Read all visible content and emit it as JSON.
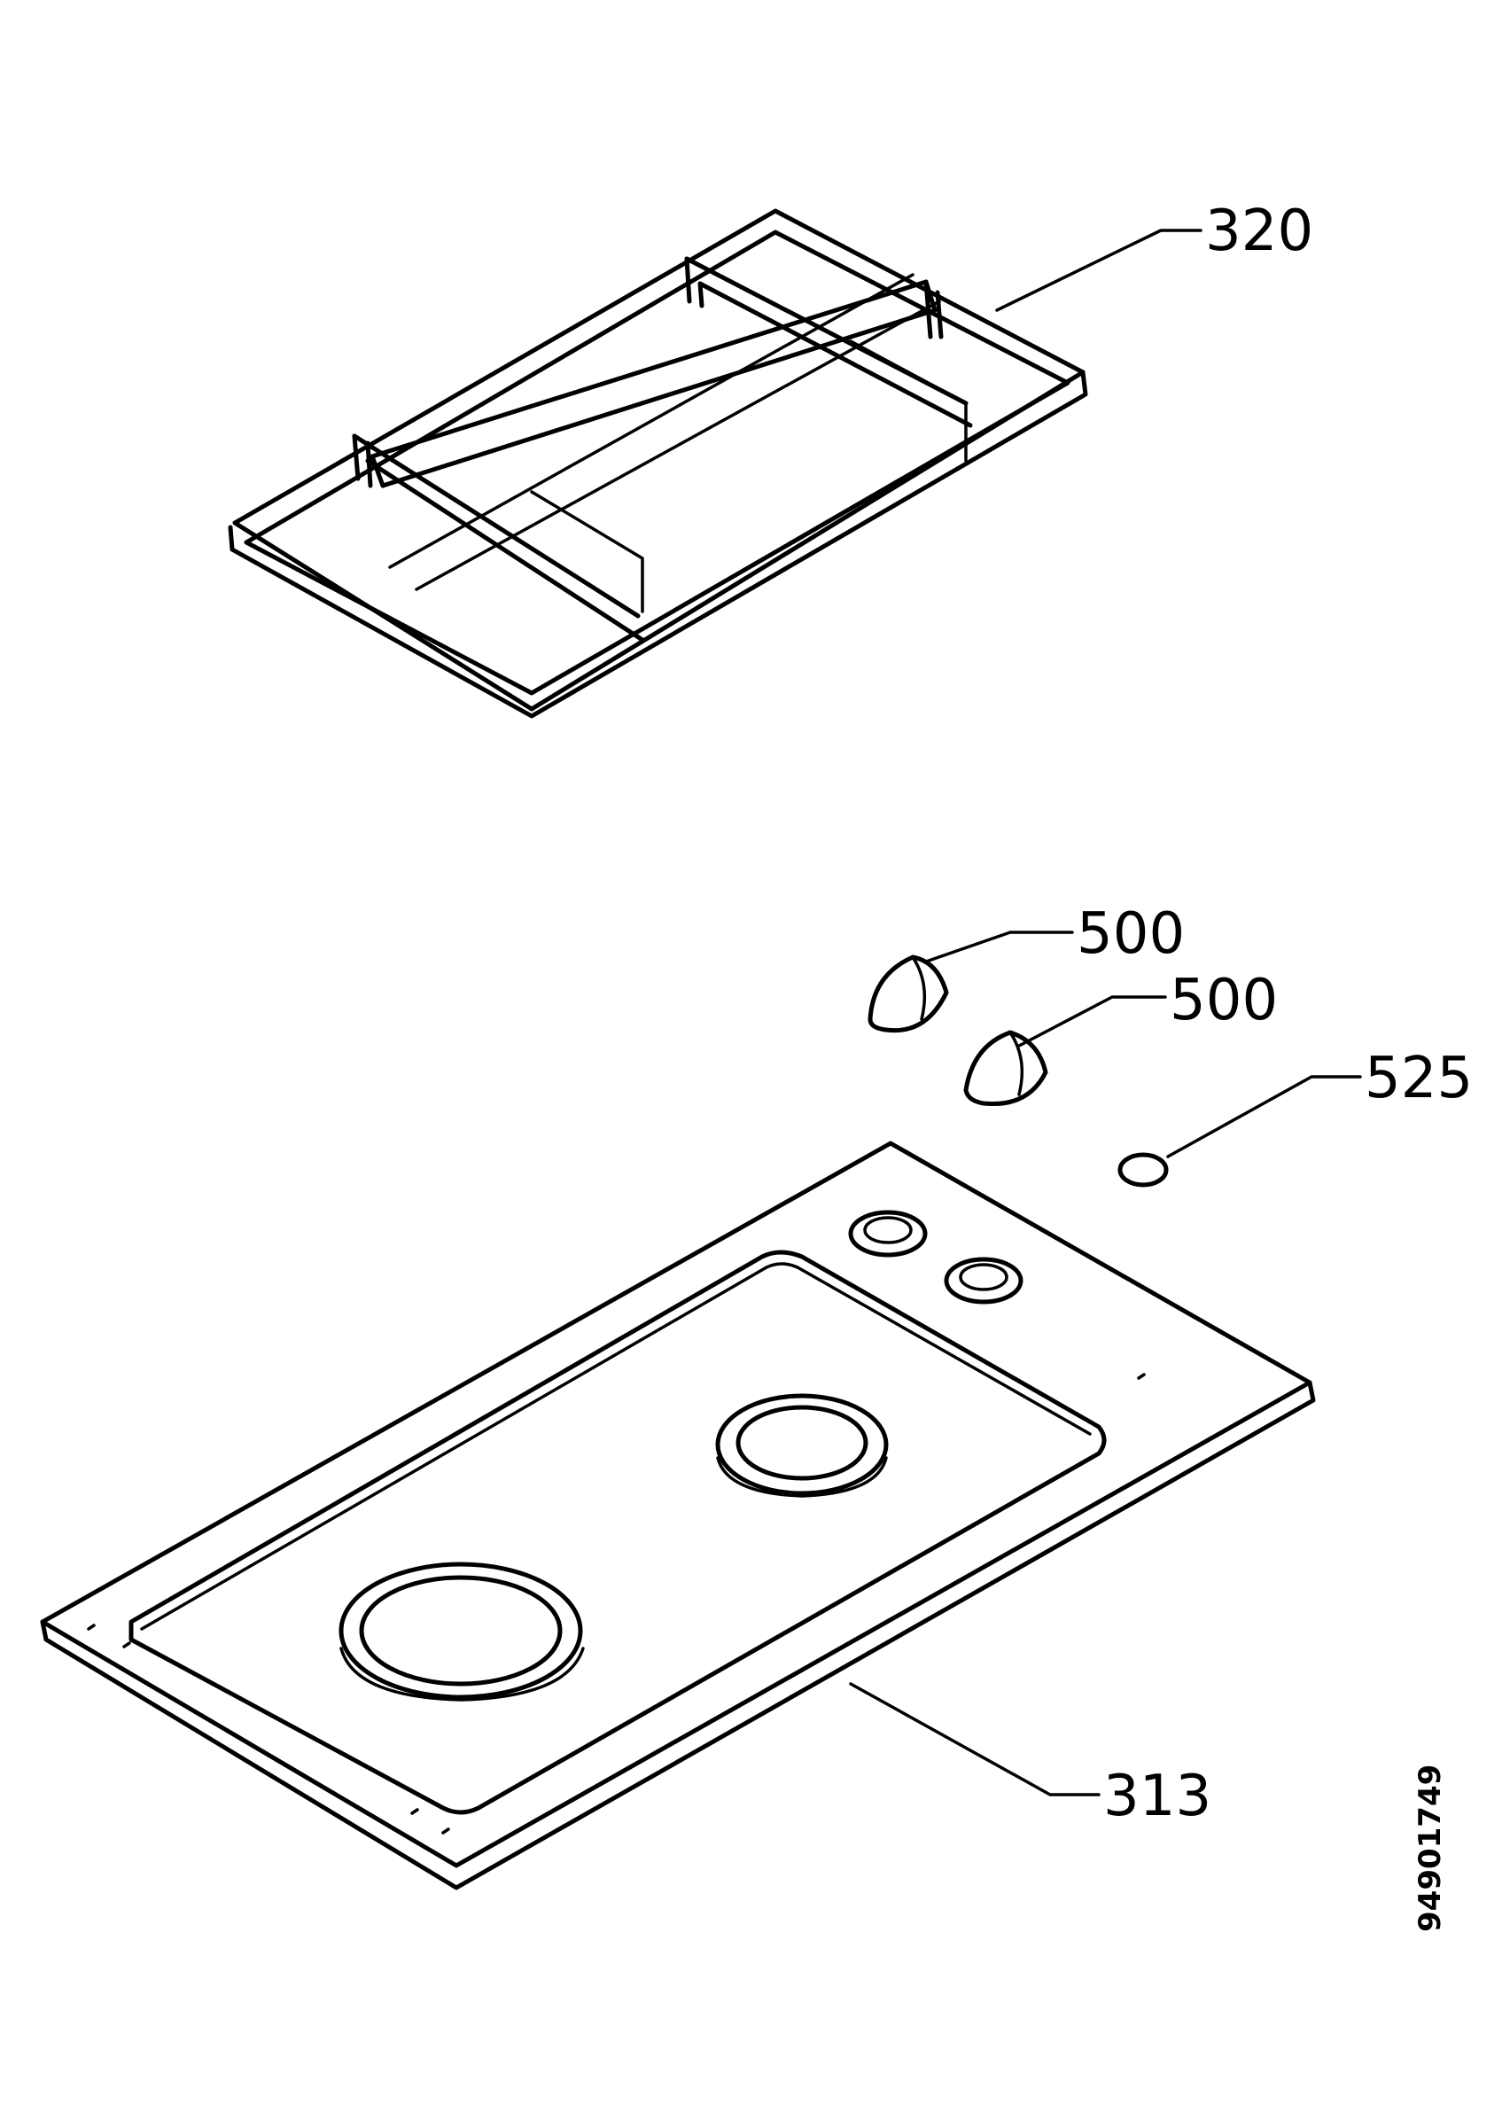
{
  "parts": [
    {
      "id": "grid",
      "label": "320"
    },
    {
      "id": "knob-1",
      "label": "500"
    },
    {
      "id": "knob-2",
      "label": "500"
    },
    {
      "id": "cap",
      "label": "525"
    },
    {
      "id": "hob-top",
      "label": "313"
    }
  ],
  "drawing_number": "94901749"
}
